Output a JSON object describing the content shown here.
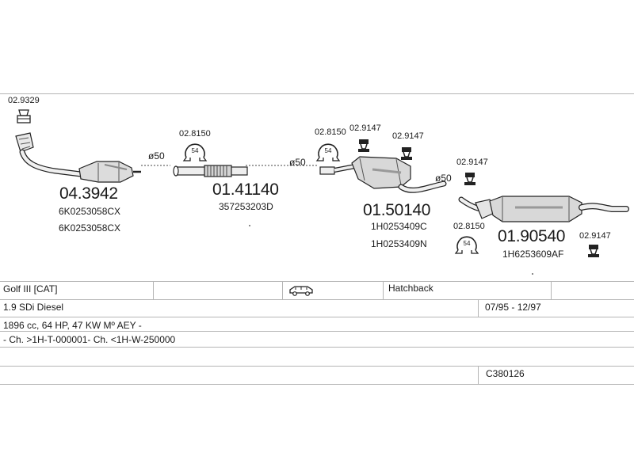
{
  "parts": {
    "gasket_top": {
      "code": "02.9329"
    },
    "catalyst": {
      "code": "04.3942",
      "ref1": "6K0253058CX",
      "ref2": "6K0253058CX"
    },
    "pipe_diameter_1": "ø50",
    "clamp_1": {
      "code": "02.8150",
      "size": "54"
    },
    "flex_pipe": {
      "code": "01.41140",
      "ref": "357253203D"
    },
    "pipe_diameter_2": "ø50",
    "clamp_2": {
      "code": "02.8150",
      "size": "54"
    },
    "hanger_1": {
      "code": "02.9147"
    },
    "hanger_2": {
      "code": "02.9147"
    },
    "middle_silencer": {
      "code": "01.50140",
      "ref1": "1H0253409C",
      "ref2": "1H0253409N"
    },
    "pipe_diameter_3": "ø50",
    "hanger_3": {
      "code": "02.9147"
    },
    "clamp_3": {
      "code": "02.8150",
      "size": "54"
    },
    "rear_silencer": {
      "code": "01.90540",
      "ref": "1H6253609AF"
    },
    "hanger_4": {
      "code": "02.9147"
    }
  },
  "info_table": {
    "model": "Golf III  [CAT]",
    "body": "Hatchback",
    "engine": "1.9 SDi Diesel",
    "period": "07/95  -  12/97",
    "specs": "1896 cc, 64 HP, 47 KW  Mº AEY -",
    "chassis": "- Ch. >1H-T-000001- Ch. <1H-W-250000",
    "catalog_code": "C380126",
    "car_icon": "car-icon"
  }
}
